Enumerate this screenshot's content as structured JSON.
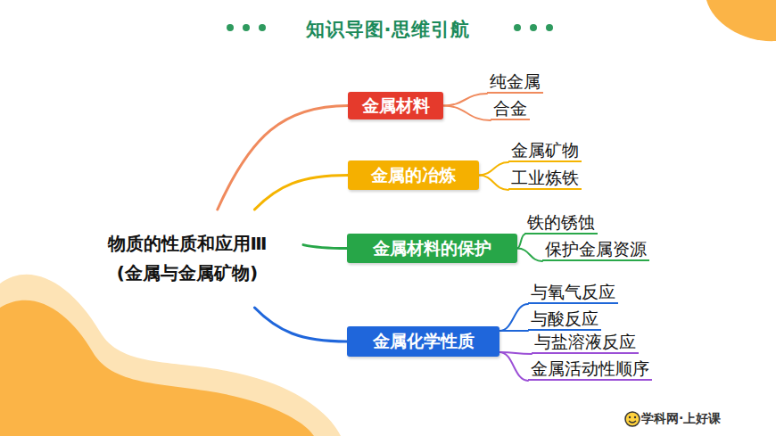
{
  "diagram": {
    "title": "知识导图·思维引航",
    "nodes": [
      {
        "text": [
          "物质的性质和应用Ⅲ (金属与金属矿物)"
        ]
      },
      {
        "text": [
          "金属材料"
        ]
      },
      {
        "text": [
          "纯金属"
        ]
      },
      {
        "text": [
          "合金"
        ]
      },
      {
        "text": [
          "金属的冶炼"
        ]
      },
      {
        "text": [
          "金属矿物"
        ]
      },
      {
        "text": [
          "工业炼铁"
        ]
      },
      {
        "text": [
          "金属材料的保护"
        ]
      },
      {
        "text": [
          "铁的锈蚀"
        ]
      },
      {
        "text": [
          "保护金属资源"
        ]
      },
      {
        "text": [
          "金属化学性质"
        ]
      },
      {
        "text": [
          "与氧气反应"
        ]
      },
      {
        "text": [
          "与酸反应"
        ]
      },
      {
        "text": [
          "与盐溶液反应"
        ]
      },
      {
        "text": [
          "金属活动性顺序"
        ]
      }
    ],
    "edges": [
      {
        "from": 0,
        "to": 1,
        "arrow": "none"
      },
      {
        "from": 0,
        "to": 4,
        "arrow": "none"
      },
      {
        "from": 0,
        "to": 7,
        "arrow": "none"
      },
      {
        "from": 0,
        "to": 10,
        "arrow": "none"
      },
      {
        "from": 1,
        "to": 2,
        "arrow": "none"
      },
      {
        "from": 1,
        "to": 3,
        "arrow": "none"
      },
      {
        "from": 4,
        "to": 5,
        "arrow": "none"
      },
      {
        "from": 4,
        "to": 6,
        "arrow": "none"
      },
      {
        "from": 7,
        "to": 8,
        "arrow": "none"
      },
      {
        "from": 7,
        "to": 9,
        "arrow": "none"
      },
      {
        "from": 10,
        "to": 11,
        "arrow": "none"
      },
      {
        "from": 10,
        "to": 12,
        "arrow": "none"
      },
      {
        "from": 10,
        "to": 13,
        "arrow": "none"
      },
      {
        "from": 10,
        "to": 14,
        "arrow": "none"
      }
    ],
    "labels": [
      "学科网·上好课"
    ]
  }
}
